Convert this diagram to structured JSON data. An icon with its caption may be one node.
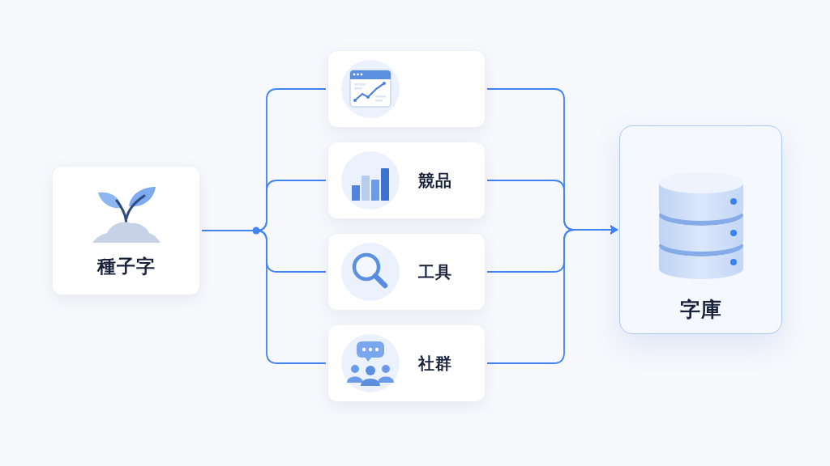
{
  "diagram": {
    "nodes": [
      {
        "text": [
          "種子字"
        ]
      },
      {
        "text": [],
        "shape": "box"
      },
      {
        "text": [
          "競品"
        ]
      },
      {
        "text": [
          "工具"
        ]
      },
      {
        "text": [
          "社群"
        ]
      },
      {
        "text": [
          "字庫"
        ]
      }
    ],
    "edges": [
      {
        "from": 0,
        "to": 1,
        "arrow": "none"
      },
      {
        "from": 0,
        "to": 2,
        "arrow": "none"
      },
      {
        "from": 0,
        "to": 3,
        "arrow": "none"
      },
      {
        "from": 0,
        "to": 4,
        "arrow": "none"
      },
      {
        "from": 1,
        "to": 5,
        "arrow": "to"
      },
      {
        "from": 2,
        "to": 5,
        "arrow": "to"
      },
      {
        "from": 3,
        "to": 5,
        "arrow": "to"
      },
      {
        "from": 4,
        "to": 5,
        "arrow": "to"
      }
    ]
  }
}
